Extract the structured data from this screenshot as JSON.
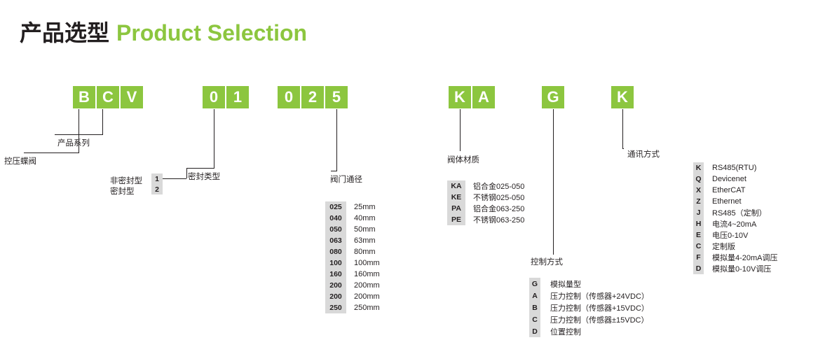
{
  "title": {
    "cn": "产品选型",
    "en": "Product Selection"
  },
  "code_groups": [
    {
      "name": "series",
      "chars": [
        "B",
        "C",
        "V"
      ]
    },
    {
      "name": "seal-type",
      "chars": [
        "0",
        "1"
      ]
    },
    {
      "name": "valve-diameter",
      "chars": [
        "0",
        "2",
        "5"
      ]
    },
    {
      "name": "body-material",
      "chars": [
        "K",
        "A"
      ]
    },
    {
      "name": "control-mode",
      "chars": [
        "G"
      ]
    },
    {
      "name": "communication",
      "chars": [
        "K"
      ]
    }
  ],
  "callouts": {
    "pressure_valve": "控压蝶阀",
    "product_series": "产品系列",
    "seal_type": "密封类型",
    "valve_diameter": "阀门通径",
    "body_material": "阀体材质",
    "control_mode": "控制方式",
    "communication": "通讯方式"
  },
  "seal_table": {
    "labels": [
      "非密封型",
      "密封型"
    ],
    "codes": [
      "1",
      "2"
    ]
  },
  "diameter_table": {
    "rows": [
      {
        "code": "025",
        "value": "25mm"
      },
      {
        "code": "040",
        "value": "40mm"
      },
      {
        "code": "050",
        "value": "50mm"
      },
      {
        "code": "063",
        "value": "63mm"
      },
      {
        "code": "080",
        "value": "80mm"
      },
      {
        "code": "100",
        "value": "100mm"
      },
      {
        "code": "160",
        "value": "160mm"
      },
      {
        "code": "200",
        "value": "200mm"
      },
      {
        "code": "200",
        "value": "200mm"
      },
      {
        "code": "250",
        "value": "250mm"
      }
    ]
  },
  "material_table": {
    "rows": [
      {
        "code": "KA",
        "value": "铝合金025-050"
      },
      {
        "code": "KE",
        "value": "不锈钢025-050"
      },
      {
        "code": "PA",
        "value": "铝合金063-250"
      },
      {
        "code": "PE",
        "value": "不锈钢063-250"
      }
    ]
  },
  "control_table": {
    "rows": [
      {
        "code": "G",
        "value": "模拟量型"
      },
      {
        "code": "A",
        "value": "压力控制（传感器+24VDC）"
      },
      {
        "code": "B",
        "value": "压力控制（传感器+15VDC）"
      },
      {
        "code": "C",
        "value": "压力控制（传感器±15VDC）"
      },
      {
        "code": "D",
        "value": "位置控制"
      }
    ]
  },
  "communication_table": {
    "rows": [
      {
        "code": "K",
        "value": "RS485(RTU)"
      },
      {
        "code": "Q",
        "value": "Devicenet"
      },
      {
        "code": "X",
        "value": "EtherCAT"
      },
      {
        "code": "Z",
        "value": "Ethernet"
      },
      {
        "code": "J",
        "value": "RS485（定制）"
      },
      {
        "code": "H",
        "value": "电流4~20mA"
      },
      {
        "code": "E",
        "value": "电压0-10V"
      },
      {
        "code": "C",
        "value": "定制版"
      },
      {
        "code": "F",
        "value": "模拟量4-20mA调压"
      },
      {
        "code": "D",
        "value": "模拟量0-10V调压"
      }
    ]
  },
  "colors": {
    "accent": "#8cc63f",
    "text": "#231f20",
    "key_bg": "#d9d9d9"
  }
}
